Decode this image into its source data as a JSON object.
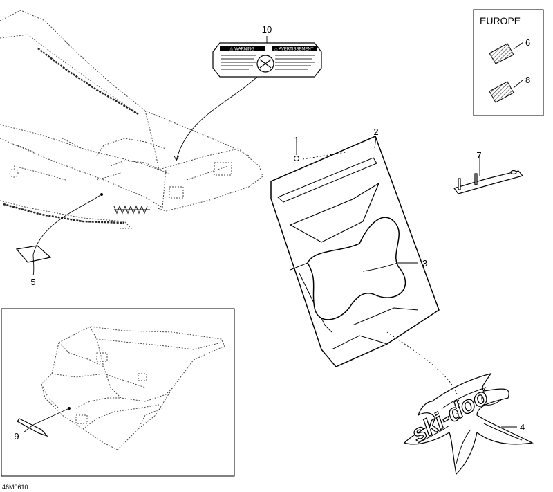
{
  "figure_id": "46M0610",
  "region_label": "EUROPE",
  "callouts": [
    "1",
    "2",
    "3",
    "4",
    "5",
    "6",
    "7",
    "8",
    "9",
    "10"
  ],
  "logo_text": "ski-doo",
  "warning_label": {
    "left_title": "⚠ WARNING",
    "right_title": "⚠ AVERTISSEMENT"
  }
}
